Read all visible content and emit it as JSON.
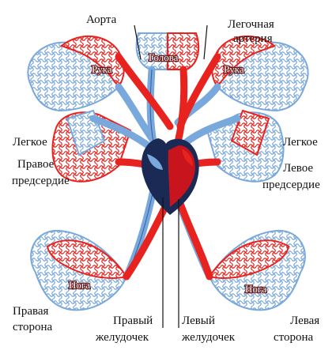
{
  "labels": {
    "aorta": "Аорта",
    "pulmonary_artery_line1": "Легочная",
    "pulmonary_artery_line2": "артерия",
    "head": "Голова",
    "arm_left": "Рука",
    "arm_right": "Рука",
    "lung_left": "Легкое",
    "lung_right": "Легкое",
    "right_atrium_line1": "Правое",
    "right_atrium_line2": "предсердие",
    "left_atrium_line1": "Левое",
    "left_atrium_line2": "предсердие",
    "leg_left": "Нога",
    "leg_right": "Нога",
    "right_side_line1": "Правая",
    "right_side_line2": "сторона",
    "left_side_line1": "Левая",
    "left_side_line2": "сторона",
    "right_ventricle_line1": "Правый",
    "right_ventricle_line2": "желудочек",
    "left_ventricle_line1": "Левый",
    "left_ventricle_line2": "желудочек"
  },
  "colors": {
    "arterial": "#e8221e",
    "venous": "#79a8dc",
    "venous_dark": "#2f5f9e",
    "heart_dark": "#1a2a55",
    "heart_red": "#c8141c",
    "label": "#111111"
  }
}
